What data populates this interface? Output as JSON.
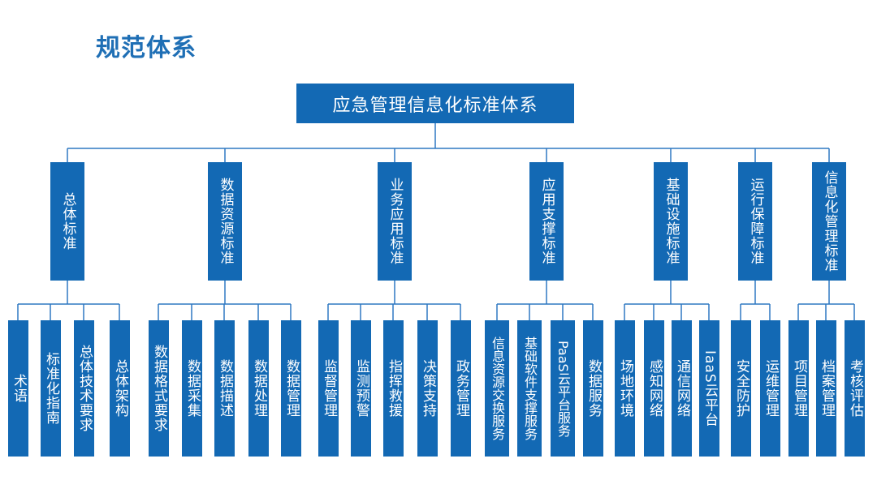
{
  "title": "规范体系",
  "root": "应急管理信息化标准体系",
  "colors": {
    "box": "#1369b4",
    "line": "#2f78c2",
    "title": "#1f6fb5"
  },
  "categories": [
    {
      "label": "总体标准",
      "children": [
        "术语",
        "标准化指南",
        "总体技术要求",
        "总体架构"
      ]
    },
    {
      "label": "数据资源标准",
      "children": [
        "数据格式要求",
        "数据采集",
        "数据描述",
        "数据处理",
        "数据管理"
      ]
    },
    {
      "label": "业务应用标准",
      "children": [
        "监督管理",
        "监测预警",
        "指挥救援",
        "决策支持",
        "政务管理"
      ]
    },
    {
      "label": "应用支撑标准",
      "children": [
        "信息资源交换服务",
        "基础软件支撑服务",
        "PaaS云平台服务",
        "数据服务"
      ]
    },
    {
      "label": "基础设施标准",
      "children": [
        "场地环境",
        "感知网络",
        "通信网络",
        "IaaS云平台"
      ]
    },
    {
      "label": "运行保障标准",
      "children": [
        "安全防护",
        "运维管理"
      ]
    },
    {
      "label": "信息化管理标准",
      "children": [
        "项目管理",
        "档案管理",
        "考核评估"
      ]
    }
  ]
}
